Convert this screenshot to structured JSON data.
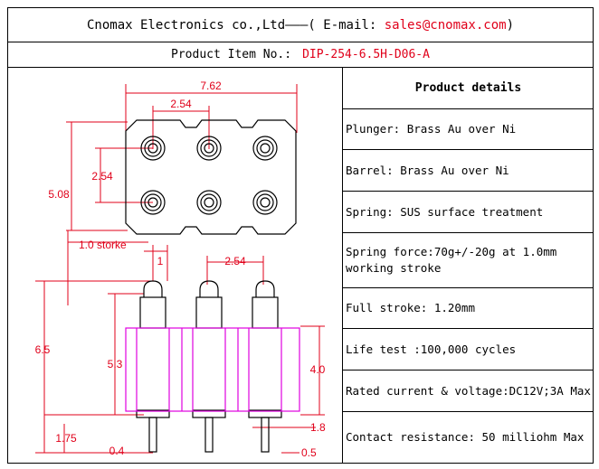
{
  "header": {
    "company": "Cnomax Electronics co.,Ltd———( E-mail: ",
    "email": "sales@cnomax.com",
    "close": ")"
  },
  "item": {
    "label": "Product Item No.:",
    "code": "DIP-254-6.5H-D06-A"
  },
  "drawing": {
    "dim_width_total": "7.62",
    "dim_pitch_top": "2.54",
    "dim_row_pitch": "2.54",
    "dim_height_total": "5.08",
    "dim_stroke": "1.0 storke",
    "dim_tip": "1",
    "dim_pitch_side": "2.54",
    "dim_total_height": "6.5",
    "dim_barrel_height": "5.3",
    "dim_body_height": "4.0",
    "dim_tail": "1.75",
    "dim_tail_dia_left": "0.4",
    "dim_dia": "1.8",
    "dim_tail_dia_right": "0.5",
    "line_color": "#e0001a",
    "body_color": "#e000e0"
  },
  "details": {
    "title": "Product details",
    "rows": [
      "Plunger: Brass Au over Ni",
      "Barrel: Brass Au over Ni",
      "Spring: SUS surface treatment",
      "Spring force:70g+/-20g at 1.0mm working stroke",
      "Full stroke: 1.20mm",
      "Life test :100,000 cycles",
      "Rated current & voltage:DC12V;3A Max",
      "Contact resistance: 50 milliohm Max"
    ]
  }
}
